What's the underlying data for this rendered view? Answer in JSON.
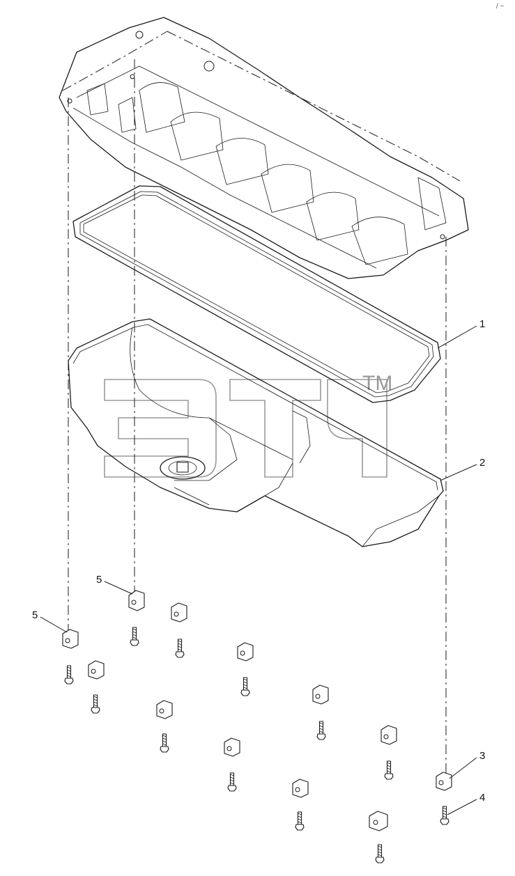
{
  "callouts": [
    {
      "id": "gasket",
      "label": "1"
    },
    {
      "id": "oil-pan",
      "label": "2"
    },
    {
      "id": "spacer-right",
      "label": "3"
    },
    {
      "id": "bolt-right",
      "label": "4"
    },
    {
      "id": "spacer-top-left",
      "label": "5"
    },
    {
      "id": "spacer-left",
      "label": "5"
    }
  ],
  "watermark": {
    "trademark": "TM"
  },
  "corner_mark": "/ ~"
}
